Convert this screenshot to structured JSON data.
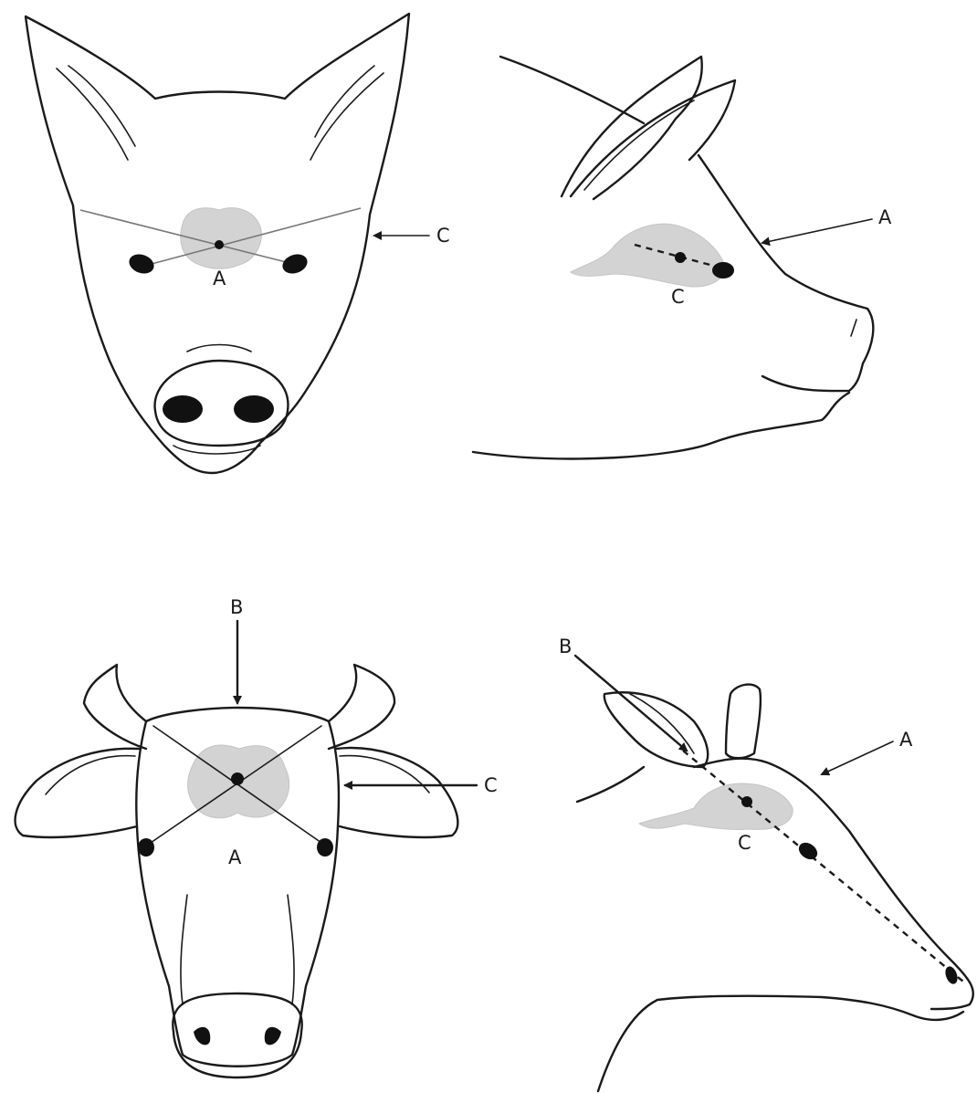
{
  "figure": {
    "labels": {
      "a": "A",
      "b": "B",
      "c": "C"
    },
    "panels": [
      {
        "id": "pig-front",
        "annotations": [
          "A",
          "C"
        ]
      },
      {
        "id": "pig-side",
        "annotations": [
          "A",
          "C"
        ]
      },
      {
        "id": "cow-front",
        "annotations": [
          "A",
          "B",
          "C"
        ]
      },
      {
        "id": "cow-side",
        "annotations": [
          "A",
          "B",
          "C"
        ]
      }
    ],
    "colors": {
      "outline": "#1a1a1a",
      "brain_shading": "#d3d3d3",
      "guide_lines": "#777777"
    }
  }
}
